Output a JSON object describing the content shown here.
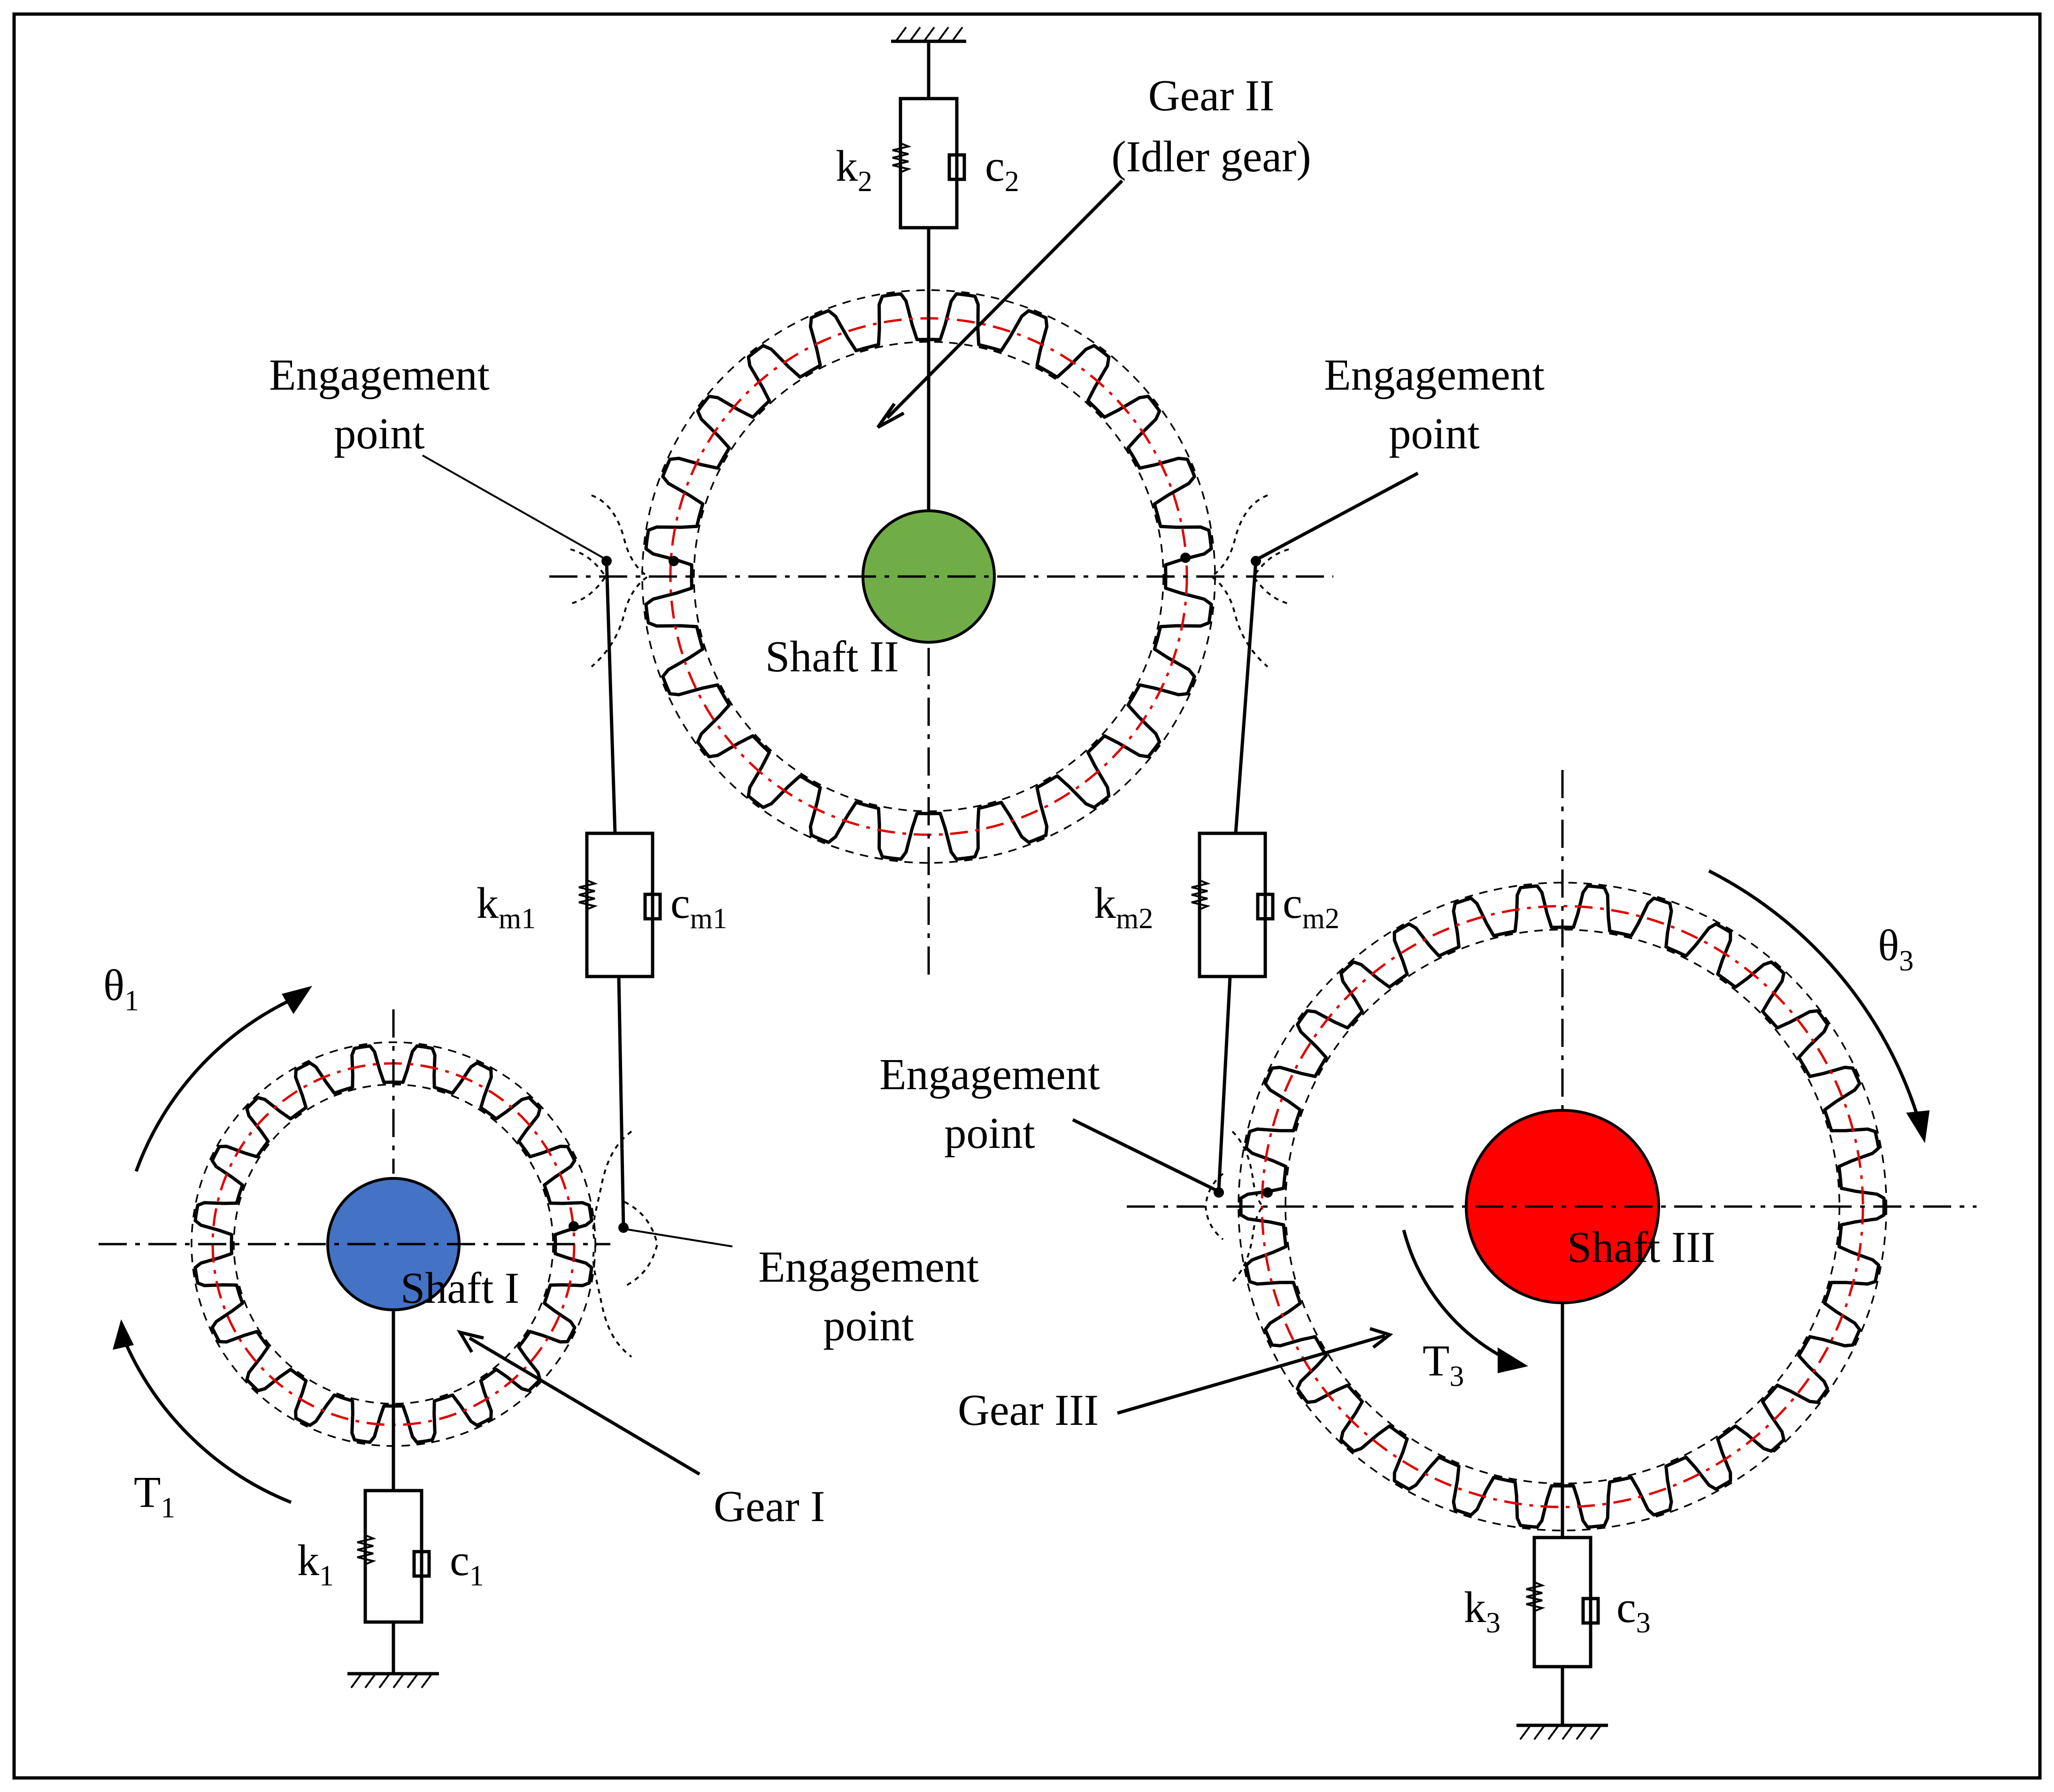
{
  "colors": {
    "shaft_I": "#4472c4",
    "shaft_II": "#70ad47",
    "shaft_III": "#ff0000",
    "pitch_circle": "#e00000",
    "line": "#000000",
    "background": "#ffffff"
  },
  "labels": {
    "gear_II": "Gear II",
    "gear_II_note": "(Idler gear)",
    "gear_I": "Gear I",
    "gear_III": "Gear III",
    "shaft_I": "Shaft I",
    "shaft_II": "Shaft II",
    "shaft_III": "Shaft III",
    "engagement_word": "Engagement",
    "point_word": "point",
    "k_main": "k",
    "c_main": "c",
    "k1_sub": "1",
    "c1_sub": "1",
    "k2_sub": "2",
    "c2_sub": "2",
    "k3_sub": "3",
    "c3_sub": "3",
    "km1_sub": "m1",
    "cm1_sub": "m1",
    "km2_sub": "m2",
    "cm2_sub": "m2",
    "theta_main": "θ",
    "theta1_sub": "1",
    "theta3_sub": "3",
    "T_main": "T",
    "T1_sub": "1",
    "T3_sub": "3"
  },
  "gears": [
    {
      "id": "gear-I",
      "teeth": 20
    },
    {
      "id": "gear-II",
      "teeth": 24
    },
    {
      "id": "gear-III",
      "teeth": 30
    }
  ]
}
